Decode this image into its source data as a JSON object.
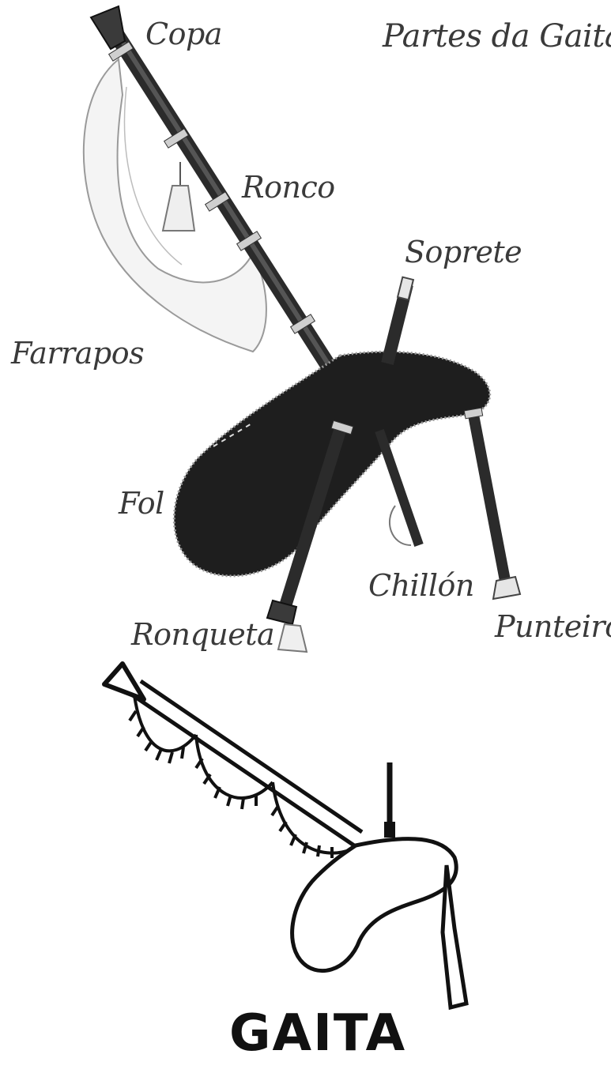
{
  "title": "Partes da Gaita",
  "parts": {
    "copa": "Copa",
    "ronco": "Ronco",
    "soprete": "Soprete",
    "farrapos": "Farrapos",
    "fol": "Fol",
    "chillon": "Chillón",
    "ronqueta": "Ronqueta",
    "punteiro": "Punteiro"
  },
  "logo": {
    "text": "GAITA"
  },
  "colors": {
    "bag": "#1e1e1e",
    "ink": "#111111",
    "label": "#3a3a3a"
  }
}
